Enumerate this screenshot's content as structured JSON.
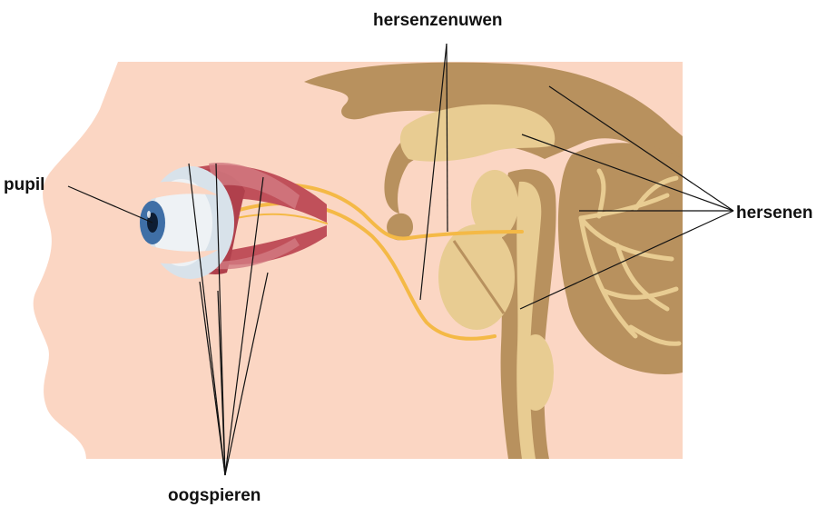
{
  "labels": {
    "pupil": "pupil",
    "hersenzenuwen": "hersenzenuwen",
    "hersenen": "hersenen",
    "oogspieren": "oogspieren"
  },
  "colors": {
    "skin": "#fbd6c3",
    "brain_dark": "#b8915e",
    "brain_light": "#e8cc92",
    "nerve": "#f4b946",
    "muscle": "#c0505a",
    "eyeball": "#d8e2ea",
    "iris": "#3f6fa6",
    "line": "#111111"
  }
}
